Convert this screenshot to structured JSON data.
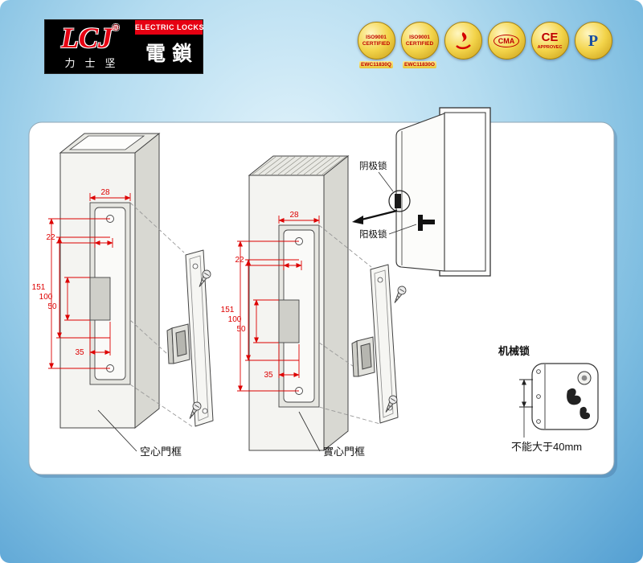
{
  "header": {
    "logo": {
      "brand": "LCJ",
      "reg": "®",
      "brand_cn": "力士坚",
      "line_en": "ELECTRIC LOCKS",
      "line_cn": "電鎖"
    },
    "badges": {
      "iso1": {
        "l1": "ISO9001",
        "l2": "CERTIFIED",
        "code": "EWC11830Q"
      },
      "iso2": {
        "l1": "ISO9001",
        "l2": "CERTIFIED",
        "code": "EWC11830O"
      },
      "cma": {
        "label": "CMA"
      },
      "ce": {
        "l1": "CE",
        "l2": "APPROVEC"
      },
      "p": {
        "label": "P"
      }
    }
  },
  "diagram": {
    "labels": {
      "hollow_frame": "空心門框",
      "solid_frame": "實心門框",
      "cathode_lock": "阴极锁",
      "anode_lock": "阳极锁",
      "mechanical_lock": "机械锁",
      "max_thickness": "不能大于40mm"
    },
    "dims": {
      "d28": "28",
      "d22": "22",
      "d151": "151",
      "d100": "100",
      "d50": "50",
      "d35": "35"
    },
    "colors": {
      "dimension_red": "#dd0000",
      "line_dark": "#444444",
      "panel_bg": "#ffffff"
    }
  }
}
